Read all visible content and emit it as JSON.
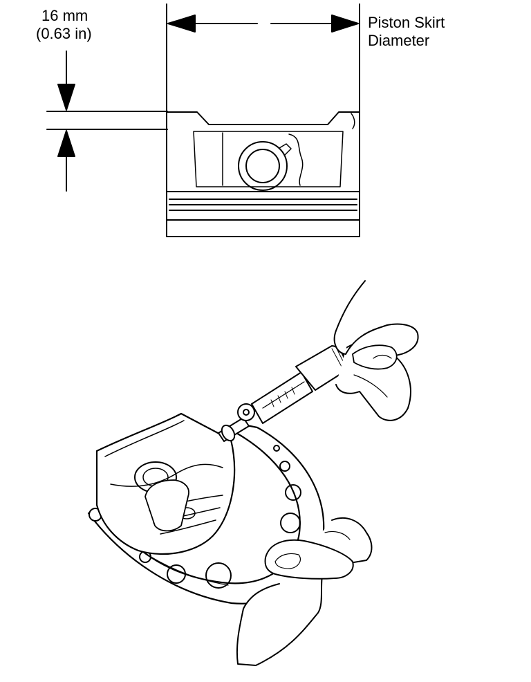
{
  "labels": {
    "dimension_mm": "16 mm",
    "dimension_in": "(0.63 in)",
    "skirt_line1": "Piston Skirt",
    "skirt_line2": "Diameter"
  },
  "colors": {
    "ink": "#000000",
    "paper": "#ffffff"
  }
}
